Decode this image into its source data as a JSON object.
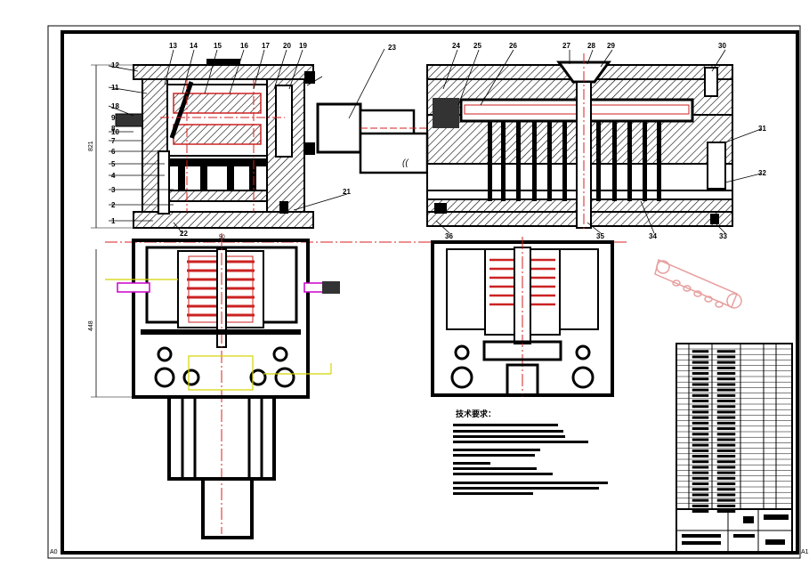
{
  "part_numbers_left": [
    "1",
    "2",
    "3",
    "4",
    "5",
    "6",
    "7",
    "8",
    "9",
    "10",
    "11",
    "12",
    "13",
    "14",
    "15",
    "16",
    "17",
    "18",
    "19",
    "20",
    "21",
    "22"
  ],
  "part_numbers_right": [
    "23",
    "24",
    "25",
    "26",
    "27",
    "28",
    "29",
    "30",
    "31",
    "32",
    "33",
    "34",
    "35",
    "36"
  ],
  "dimensions": {
    "height_left": "821",
    "height_lower": "448",
    "width_top": "50"
  },
  "notes_heading": "技术要求：",
  "corner_marks": {
    "bottom_left": "A0",
    "bottom_right": "A1"
  },
  "colors": {
    "line": "#000000",
    "center_line": "#d62020",
    "dim": "#cc00cc",
    "hatch_fill": "#ffffff",
    "highlight": "#d4d400"
  }
}
